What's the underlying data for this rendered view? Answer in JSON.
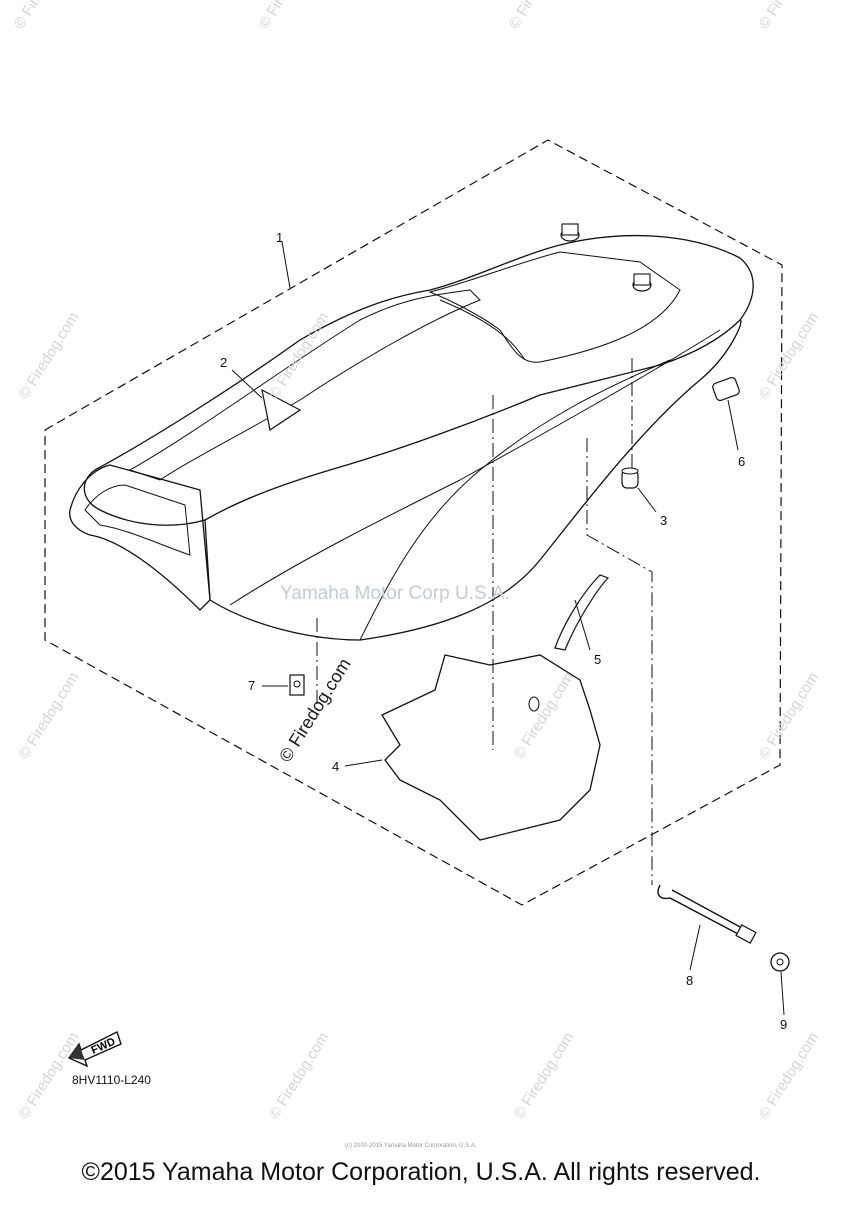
{
  "watermark": {
    "text": "© Firedog.com",
    "color": "#cfd6dc"
  },
  "center_watermark": "Yamaha Motor Corp  U.S.A.",
  "diagonal_watermark": "© Firedog.com",
  "callouts": [
    "1",
    "2",
    "3",
    "4",
    "5",
    "6",
    "7",
    "8",
    "9"
  ],
  "fwd_label": "FWD",
  "drawing_code": "8HV1110-L240",
  "tiny_copyright": "(c) 2000-2015 Yamaha Motor Corporation, U.S.A.",
  "copyright": "©2015 Yamaha Motor Corporation, U.S.A. All rights reserved."
}
